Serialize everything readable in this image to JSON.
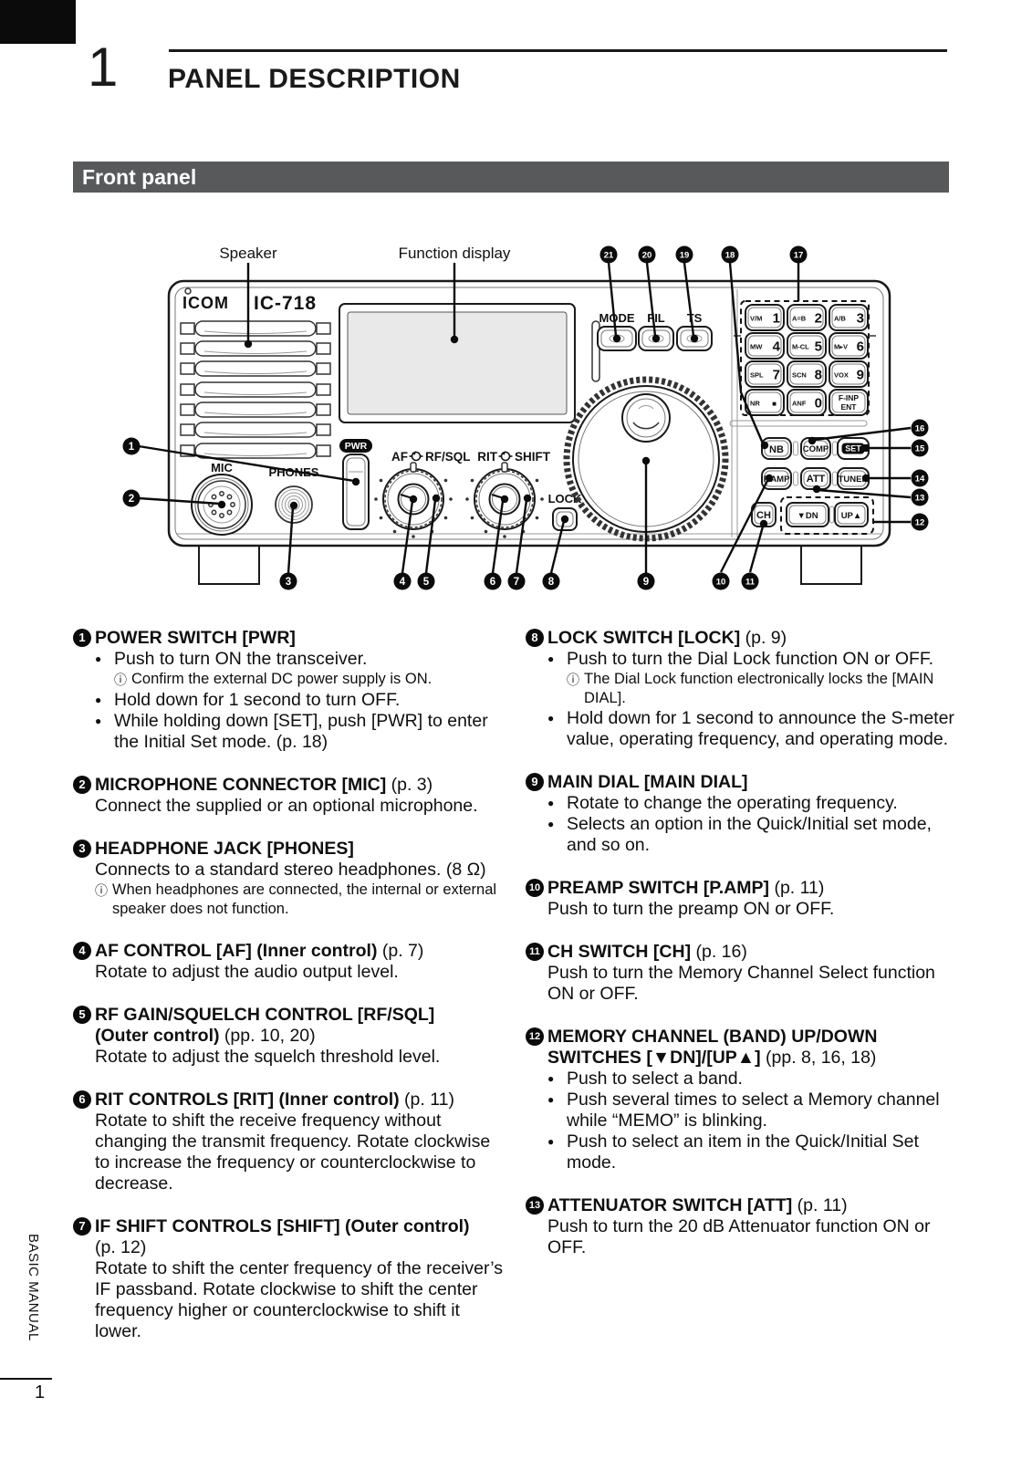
{
  "page": {
    "chapter_number": "1",
    "title": "PANEL DESCRIPTION",
    "section_title": "Front panel",
    "footer_side_label": "BASIC MANUAL",
    "page_number": "1",
    "colors": {
      "bar_bg": "#58595b",
      "ink": "#111111",
      "display_fill": "#e9e9e9"
    }
  },
  "icons": {
    "bullet": "●",
    "info": "ⓘ"
  },
  "diagram": {
    "labels": {
      "speaker": "Speaker",
      "function_display": "Function display",
      "brand": "ICOM",
      "model": "IC-718",
      "mic": "MIC",
      "phones": "PHONES",
      "pwr": "PWR",
      "af": "AF",
      "rf_sql": "RF/SQL",
      "rit": "RIT",
      "shift": "SHIFT",
      "lock": "LOCK",
      "mode": "MODE",
      "fil": "FIL",
      "ts": "TS",
      "nb": "NB",
      "comp": "COMP",
      "set": "SET",
      "pamp": "P.AMP",
      "att": "ATT",
      "tuner": "TUNER",
      "ch": "CH",
      "dn": "▼DN",
      "up": "UP▲"
    },
    "keypad": [
      {
        "fn": "V/M",
        "num": "1"
      },
      {
        "fn": "A=B",
        "num": "2"
      },
      {
        "fn": "A/B",
        "num": "3"
      },
      {
        "fn": "MW",
        "num": "4"
      },
      {
        "fn": "M-CL",
        "num": "5"
      },
      {
        "fn": "M▸V",
        "num": "6"
      },
      {
        "fn": "SPL",
        "num": "7"
      },
      {
        "fn": "SCN",
        "num": "8"
      },
      {
        "fn": "VOX",
        "num": "9"
      },
      {
        "fn": "NR",
        "num": "■"
      },
      {
        "fn": "ANF",
        "num": "0"
      },
      {
        "fn": "F-INP",
        "num": "ENT"
      }
    ],
    "callouts": {
      "c1": "1",
      "c2": "2",
      "c3": "3",
      "c4": "4",
      "c5": "5",
      "c6": "6",
      "c7": "7",
      "c8": "8",
      "c9": "9",
      "c10": "10",
      "c11": "11",
      "c12": "12",
      "c13": "13",
      "c14": "14",
      "c15": "15",
      "c16": "16",
      "c17": "17",
      "c18": "18",
      "c19": "19",
      "c20": "20",
      "c21": "21"
    }
  },
  "sections": {
    "left": [
      {
        "num": "1",
        "title": [
          {
            "b": 1,
            "t": "POWER SWITCH [PWR]"
          }
        ],
        "items": [
          {
            "type": "bullet",
            "text": "Push to turn ON the transceiver."
          },
          {
            "type": "info",
            "nested": true,
            "text": "Confirm the external DC power supply is ON."
          },
          {
            "type": "bullet",
            "text": "Hold down for 1 second to turn OFF."
          },
          {
            "type": "bullet",
            "text": "While holding down [SET], push [PWR] to enter the Initial Set mode. (p. 18)"
          }
        ]
      },
      {
        "num": "2",
        "title": [
          {
            "b": 1,
            "t": "MICROPHONE CONNECTOR [MIC]"
          },
          {
            "b": 0,
            "t": " (p. 3)"
          }
        ],
        "items": [
          {
            "type": "text",
            "text": "Connect the supplied or an optional microphone."
          }
        ]
      },
      {
        "num": "3",
        "title": [
          {
            "b": 1,
            "t": "HEADPHONE JACK [PHONES]"
          }
        ],
        "items": [
          {
            "type": "text",
            "text": "Connects to a standard stereo headphones. (8 Ω)"
          },
          {
            "type": "info",
            "text": "When headphones are connected, the internal or external speaker does not function."
          }
        ]
      },
      {
        "num": "4",
        "title": [
          {
            "b": 1,
            "t": "AF CONTROL [AF] (Inner control)"
          },
          {
            "b": 0,
            "t": " (p. 7)"
          }
        ],
        "items": [
          {
            "type": "text",
            "text": "Rotate to adjust the audio output level."
          }
        ]
      },
      {
        "num": "5",
        "title": [
          {
            "b": 1,
            "t": "RF GAIN/SQUELCH CONTROL [RF/SQL]"
          },
          {
            "b": 1,
            "br": 1,
            "t": "(Outer control)"
          },
          {
            "b": 0,
            "t": " (pp. 10, 20)"
          }
        ],
        "items": [
          {
            "type": "text",
            "text": "Rotate to adjust the squelch threshold level."
          }
        ]
      },
      {
        "num": "6",
        "title": [
          {
            "b": 1,
            "t": "RIT CONTROLS [RIT] (Inner control)"
          },
          {
            "b": 0,
            "t": " (p. 11)"
          }
        ],
        "items": [
          {
            "type": "text",
            "text": "Rotate to shift the receive frequency without changing the transmit frequency. Rotate clockwise to increase the frequency or counterclockwise to decrease."
          }
        ]
      },
      {
        "num": "7",
        "title": [
          {
            "b": 1,
            "t": "IF SHIFT CONTROLS [SHIFT] (Outer control)"
          },
          {
            "b": 0,
            "br": 1,
            "t": "(p. 12)"
          }
        ],
        "items": [
          {
            "type": "text",
            "text": "Rotate to shift the center frequency of the receiver’s IF passband. Rotate clockwise to shift the center frequency higher or counterclockwise to shift it lower."
          }
        ]
      }
    ],
    "right": [
      {
        "num": "8",
        "title": [
          {
            "b": 1,
            "t": "LOCK SWITCH [LOCK]"
          },
          {
            "b": 0,
            "t": " (p. 9)"
          }
        ],
        "items": [
          {
            "type": "bullet",
            "text": "Push to turn the Dial Lock function ON or OFF."
          },
          {
            "type": "info",
            "nested": true,
            "text": "The Dial Lock function electronically locks the [MAIN DIAL]."
          },
          {
            "type": "bullet",
            "text": "Hold down for 1 second to announce the S-meter value, operating frequency, and operating mode."
          }
        ]
      },
      {
        "num": "9",
        "title": [
          {
            "b": 1,
            "t": "MAIN DIAL [MAIN DIAL]"
          }
        ],
        "items": [
          {
            "type": "bullet",
            "text": "Rotate to change the operating frequency."
          },
          {
            "type": "bullet",
            "text": "Selects an option in the Quick/Initial set mode, and so on."
          }
        ]
      },
      {
        "num": "10",
        "title": [
          {
            "b": 1,
            "t": "PREAMP SWITCH [P.AMP]"
          },
          {
            "b": 0,
            "t": " (p. 11)"
          }
        ],
        "items": [
          {
            "type": "text",
            "text": "Push to turn the preamp ON or OFF."
          }
        ]
      },
      {
        "num": "11",
        "title": [
          {
            "b": 1,
            "t": "CH SWITCH [CH]"
          },
          {
            "b": 0,
            "t": " (p. 16)"
          }
        ],
        "items": [
          {
            "type": "text",
            "text": "Push to turn the Memory Channel Select function ON or OFF."
          }
        ]
      },
      {
        "num": "12",
        "title": [
          {
            "b": 1,
            "t": "MEMORY CHANNEL (BAND) UP/DOWN"
          },
          {
            "b": 1,
            "br": 1,
            "t": "SWITCHES [▼DN]/[UP▲]"
          },
          {
            "b": 0,
            "t": " (pp. 8, 16, 18)"
          }
        ],
        "items": [
          {
            "type": "bullet",
            "text": "Push to select a band."
          },
          {
            "type": "bullet",
            "text": "Push several times to select a Memory channel while “MEMO” is blinking."
          },
          {
            "type": "bullet",
            "text": "Push to select an item in the Quick/Initial Set mode."
          }
        ]
      },
      {
        "num": "13",
        "title": [
          {
            "b": 1,
            "t": "ATTENUATOR SWITCH [ATT]"
          },
          {
            "b": 0,
            "t": " (p. 11)"
          }
        ],
        "items": [
          {
            "type": "text",
            "text": "Push to turn the 20 dB Attenuator function ON or OFF."
          }
        ]
      }
    ]
  }
}
